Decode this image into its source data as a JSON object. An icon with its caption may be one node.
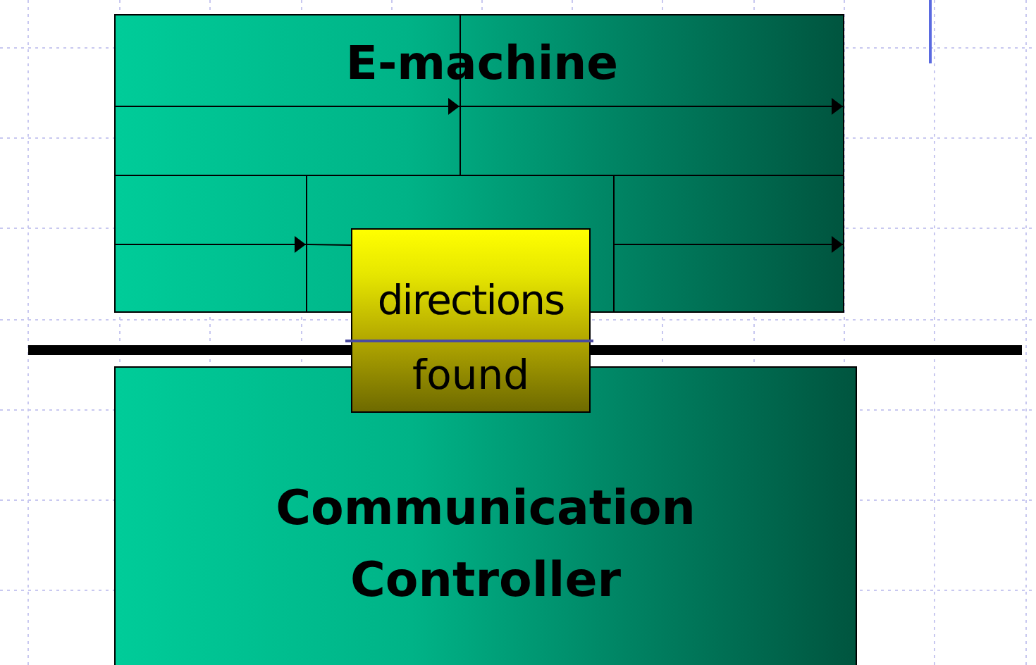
{
  "diagram": {
    "nodes": [
      {
        "text": [
          "E-machine"
        ]
      },
      {
        "text": [
          "Communication Controller"
        ]
      },
      {
        "text": [
          "directions",
          "found"
        ]
      }
    ]
  }
}
